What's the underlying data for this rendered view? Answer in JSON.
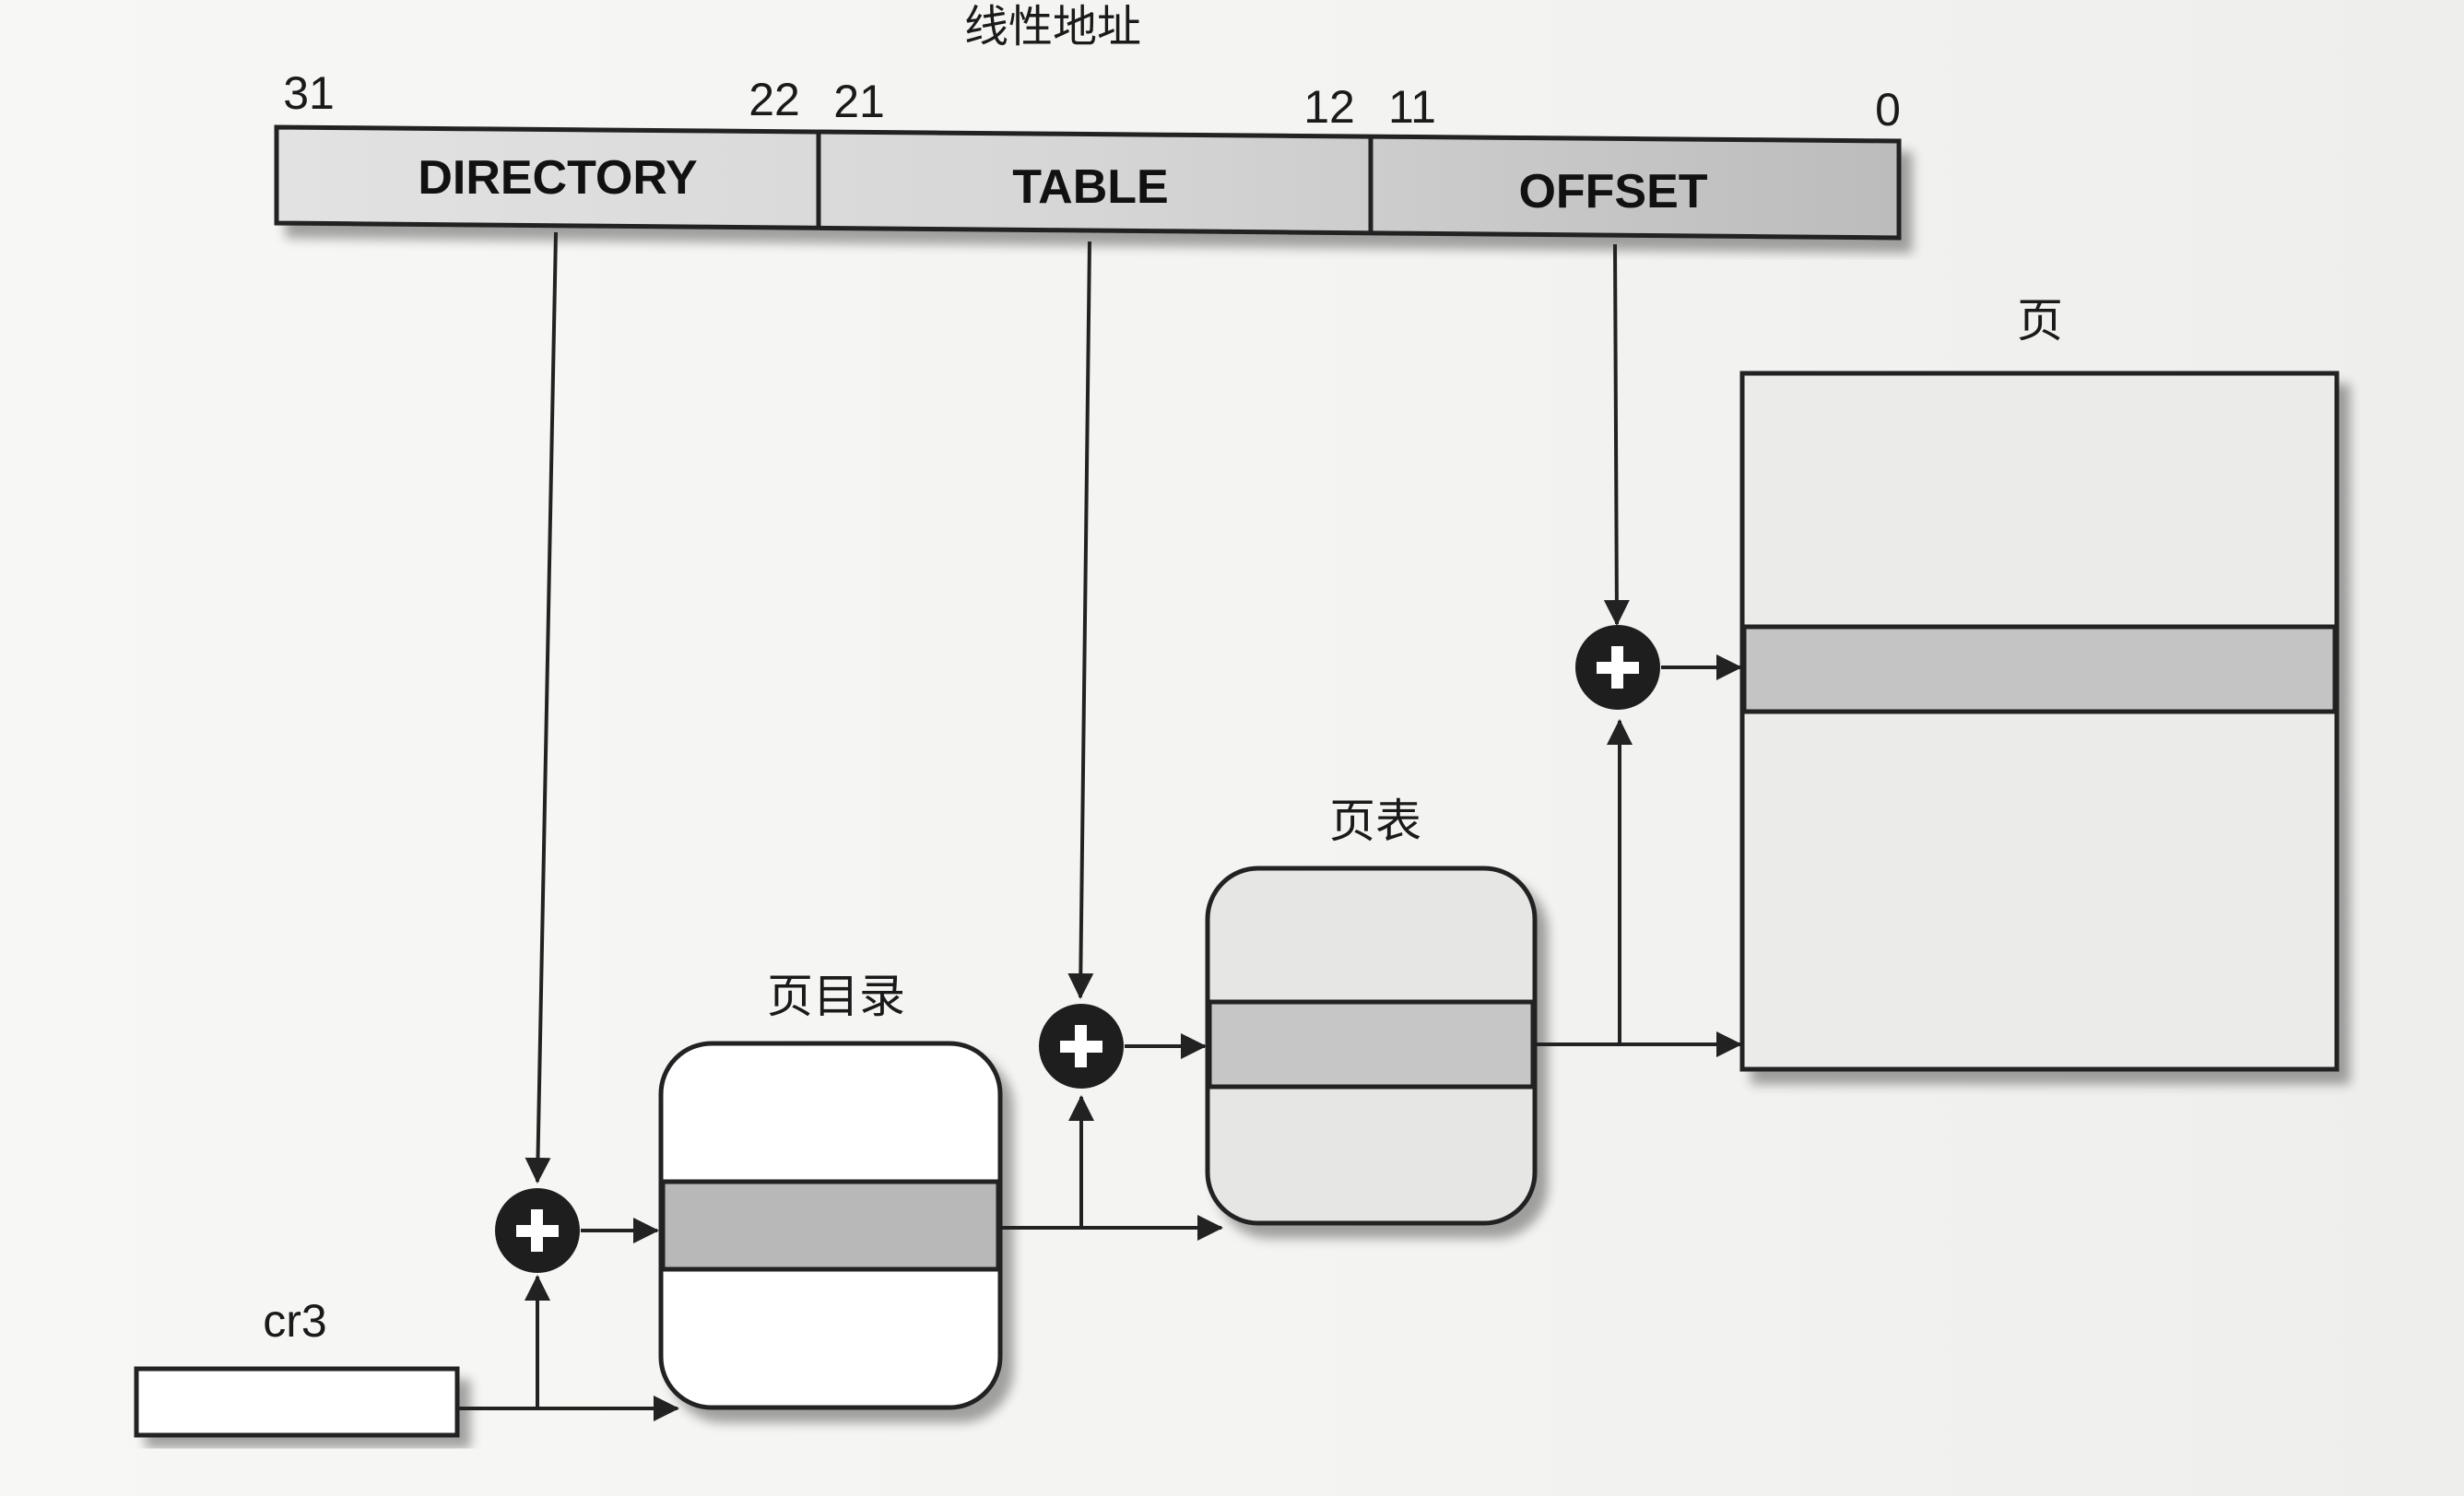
{
  "title": "线性地址",
  "bits": {
    "b31": "31",
    "b22": "22",
    "b21": "21",
    "b12": "12",
    "b11": "11",
    "b0": "0"
  },
  "fields": {
    "directory": "DIRECTORY",
    "table": "TABLE",
    "offset": "OFFSET"
  },
  "labels": {
    "page_directory": "页目录",
    "page_table": "页表",
    "page": "页",
    "cr3": "cr3"
  },
  "adder_symbol": "+",
  "colors": {
    "line": "#222222",
    "field_fill": "#d8d8d8",
    "field_fill_dark": "#bdbdbd",
    "entry_fill": "#b9b9b9",
    "table_fill": "#e4e4e4",
    "adder_fill": "#1e1e1e"
  }
}
